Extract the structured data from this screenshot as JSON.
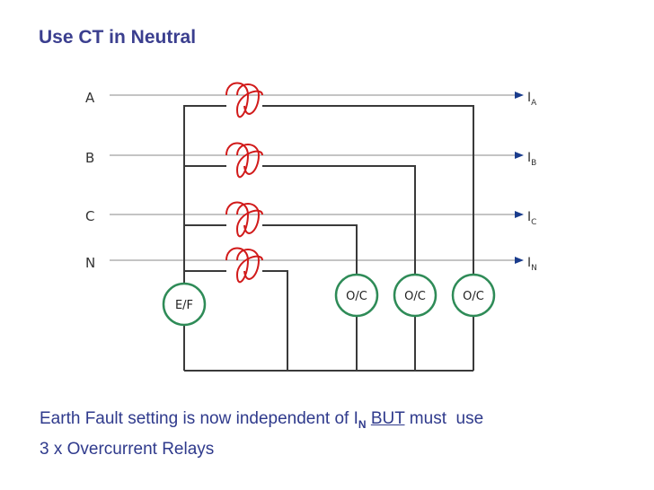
{
  "title": "Use CT in Neutral",
  "phases": [
    {
      "label": "A",
      "out_main": "I",
      "out_sub": "A"
    },
    {
      "label": "B",
      "out_main": "I",
      "out_sub": "B"
    },
    {
      "label": "C",
      "out_main": "I",
      "out_sub": "C"
    },
    {
      "label": "N",
      "out_main": "I",
      "out_sub": "N"
    }
  ],
  "relays": {
    "earth_fault": "E/F",
    "overcurrent": [
      "O/C",
      "O/C",
      "O/C"
    ]
  },
  "caption": {
    "line1_before": "Earth Fault setting is now independent of I",
    "line1_sub": "N",
    "line1_but": "BUT",
    "line1_after": " must  use",
    "line2": "3 x Overcurrent Relays"
  },
  "colors": {
    "title": "#3b3f8f",
    "caption": "#2f3a8c",
    "line": "#3a3a3a",
    "ct": "#d11a1a",
    "relay": "#2e8b57",
    "arrow": "#1a3c8c"
  }
}
